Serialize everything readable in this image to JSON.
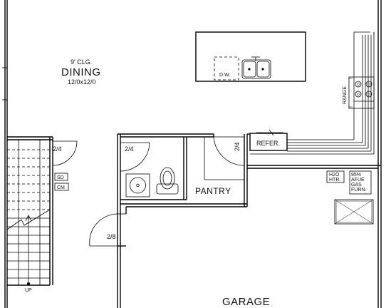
{
  "rooms": {
    "dining_ceiling": "9' CLG.",
    "dining_name": "DINING",
    "dining_size": "12/0x12/0",
    "pantry": "PANTRY",
    "garage": "GARAGE"
  },
  "fixtures": {
    "dishwasher": "D.W.",
    "range": "RANGE",
    "refrigerator": "REFER.",
    "water_heater_line1": "H2O",
    "water_heater_line2": "HTR.",
    "furnace_line1": "95%",
    "furnace_line2": "AFUE",
    "furnace_line3": "GAS",
    "furnace_line4": "FURN.",
    "smoke_detector": "SD",
    "carbon_monoxide": "CM"
  },
  "doors": {
    "stair_door": "2/4",
    "bath_door": "2/4",
    "pantry_door": "2/4",
    "garage_door": "2/8"
  },
  "stairs": {
    "direction": "UP"
  }
}
